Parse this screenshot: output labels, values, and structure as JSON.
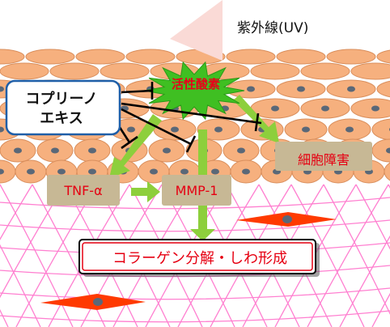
{
  "uv_label": "紫外線(UV)",
  "ros_label": "活性酸素",
  "extract_label_line1": "コプリーノ",
  "extract_label_line2": "エキス",
  "tnf_label": "TNF-α",
  "mmp_label": "MMP-1",
  "cell_damage_label": "細胞障害",
  "result_label": "コラーゲン分解・しわ形成",
  "colors": {
    "uv_beam": "#fadad6",
    "cell_fill": "#f6b07e",
    "cell_nucleus": "#5a6878",
    "arrow": "#8dcf3c",
    "burst": "#3fbf22",
    "fiber": "#ff7fd0",
    "fibroblast": "#ff3a00",
    "label_box": "#c7b895",
    "extract_border": "#1f5fa8",
    "inhibit_line": "#000000",
    "text_red": "#e60012"
  }
}
